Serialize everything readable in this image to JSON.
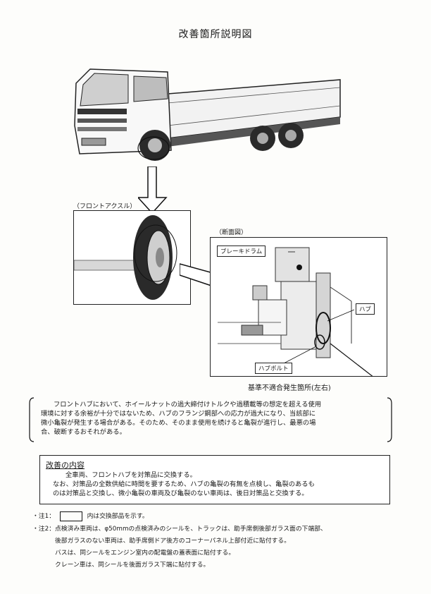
{
  "title": "改善箇所説明図",
  "labels": {
    "front_axle": "（フロントアクスル）",
    "section_view": "（断面図）",
    "brake_drum": "ブレーキドラム",
    "hub": "ハブ",
    "hub_bolt": "ハブボルト",
    "defect_location": "基準不適合発生箇所(左右)"
  },
  "defect_description": [
    "フロントハブにおいて、ホイールナットの過大締付けトルクや過積載等の想定を超える使用",
    "環境に対する余裕が十分ではないため、ハブのフランジ鋼部への応力が過大になり、当該部に",
    "微小亀裂が発生する場合がある。そのため、そのまま使用を続けると亀裂が進行し、最悪の場",
    "合、破断するおそれがある。"
  ],
  "improvement": {
    "heading": "改善の内容",
    "lines": [
      "全車両、フロントハブを対策品に交換する。",
      "なお、対策品の全数供給に時間を要するため、ハブの亀裂の有無を点検し、亀裂のあるも",
      "のは対策品と交換し、微小亀裂の車両及び亀裂のない車両は、後日対策品と交換する。"
    ]
  },
  "notes": {
    "note1_label": "・注1：",
    "note1_text": "内は交換部品を示す。",
    "note2_label": "・注2：",
    "note2_lines": [
      "点検済み車両は、φ50mmの点検済みのシールを、トラックは、助手席側後部ガラス面の下端部、",
      "後部ガラスのない車両は、助手席側ドア後方のコーナーパネル上部付近に貼付する。",
      "バスは、同シールをエンジン室内の配電盤の蓋表面に貼付する。",
      "クレーン車は、同シールを後面ガラス下端に貼付する。"
    ]
  },
  "colors": {
    "ink": "#1a1a1a",
    "paper": "#fdfdfb"
  }
}
